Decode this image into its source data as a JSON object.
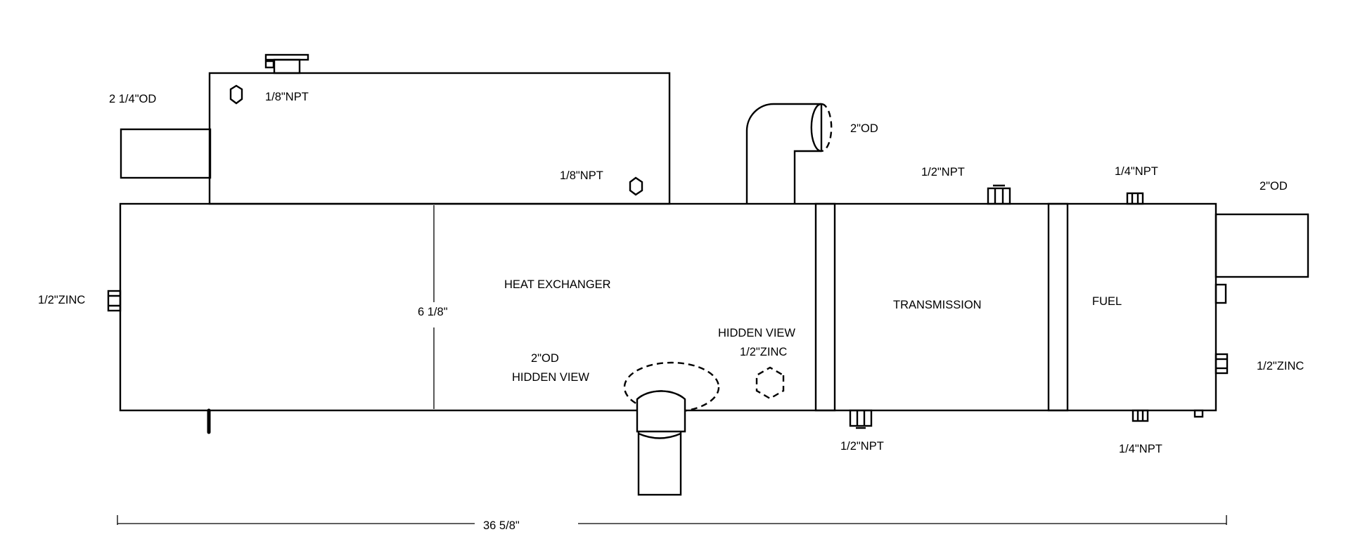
{
  "labels": {
    "left_inlet_od": "2 1/4\"OD",
    "top_npt_left": "1/8\"NPT",
    "top_npt_right": "1/8\"NPT",
    "elbow_od": "2\"OD",
    "trans_top_npt": "1/2\"NPT",
    "fuel_top_npt": "1/4\"NPT",
    "right_outlet_od": "2\"OD",
    "left_zinc": "1/2\"ZINC",
    "heat_exchanger": "HEAT EXCHANGER",
    "height_dim": "6 1/8\"",
    "bottom_od": "2\"OD",
    "hidden_view_bottom": "HIDDEN VIEW",
    "hidden_view_zinc": "HIDDEN VIEW",
    "hidden_zinc": "1/2\"ZINC",
    "transmission": "TRANSMISSION",
    "fuel": "FUEL",
    "right_zinc": "1/2\"ZINC",
    "trans_bottom_npt": "1/2\"NPT",
    "fuel_bottom_npt": "1/4\"NPT",
    "length_dim": "36 5/8\""
  }
}
